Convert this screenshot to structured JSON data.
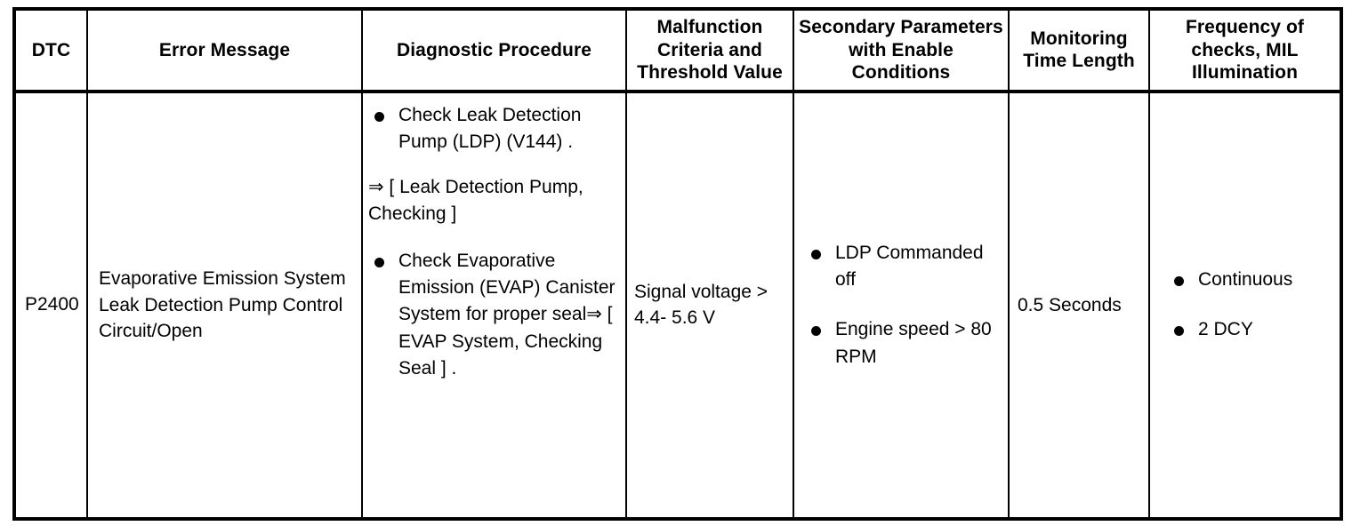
{
  "table": {
    "headers": [
      "DTC",
      "Error Message",
      "Diagnostic Procedure",
      "Malfunction Criteria and Threshold Value",
      "Secondary Parameters with Enable Conditions",
      "Monitoring Time Length",
      "Frequency of checks, MIL Illumination"
    ],
    "row": {
      "dtc": "P2400",
      "error_message": "Evaporative Emission System Leak Detection Pump Control Circuit/Open",
      "diagnostic_procedure": {
        "bullet_1": "Check Leak Detection Pump (LDP) (V144) .",
        "cross_reference": "⇒ [ Leak Detection Pump, Checking ]",
        "bullet_2": "Check Evaporative Emission (EVAP) Canister System for proper seal⇒ [ EVAP System, Checking Seal ] ."
      },
      "malfunction_criteria": "Signal voltage > 4.4- 5.6 V",
      "secondary_parameters": [
        "LDP Commanded off",
        "Engine speed > 80 RPM"
      ],
      "monitoring_time_length": "0.5 Seconds",
      "frequency_of_checks": [
        "Continuous",
        "2 DCY"
      ]
    }
  }
}
